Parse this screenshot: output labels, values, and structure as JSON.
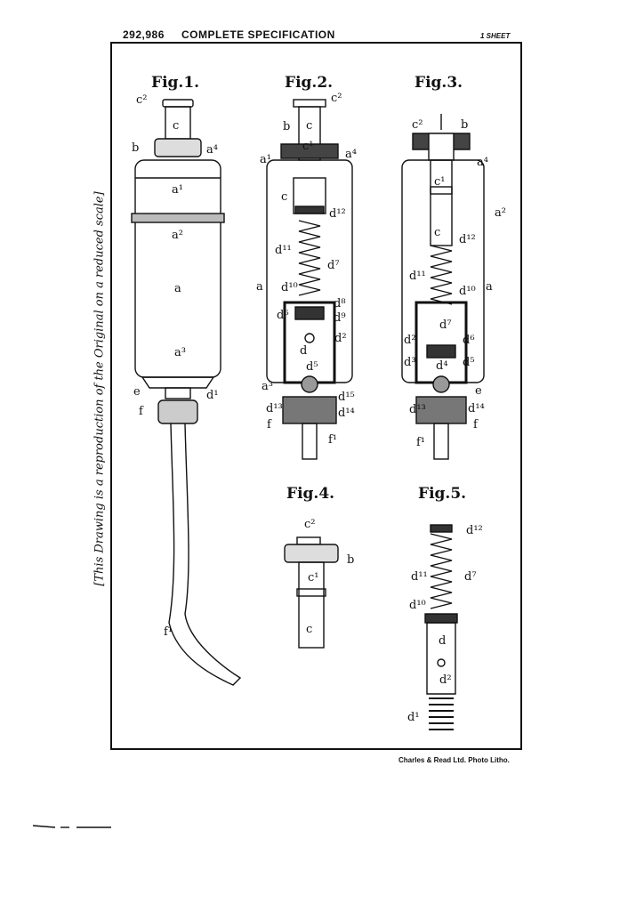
{
  "header": {
    "patent_number": "292,986",
    "title": "COMPLETE SPECIFICATION",
    "sheet": "1 SHEET"
  },
  "side_note": "[This Drawing is a reproduction of the Original on a reduced scale]",
  "footer": "Charles & Read Ltd. Photo Litho.",
  "figures": [
    {
      "title": "Fig.1.",
      "labels": [
        "c²",
        "c",
        "b",
        "a⁴",
        "a¹",
        "a²",
        "a",
        "a³",
        "e",
        "d¹",
        "f",
        "f¹"
      ]
    },
    {
      "title": "Fig.2.",
      "labels": [
        "c²",
        "b",
        "c",
        "c¹",
        "a¹",
        "a⁴",
        "c",
        "d¹²",
        "d¹¹",
        "d⁷",
        "a",
        "d¹⁰",
        "d⁸",
        "d⁶",
        "d⁹",
        "d²",
        "d",
        "d⁵",
        "a³",
        "d¹⁵",
        "d¹³",
        "d¹⁴",
        "f",
        "f¹"
      ]
    },
    {
      "title": "Fig.3.",
      "labels": [
        "c²",
        "b",
        "a⁴",
        "c¹",
        "a²",
        "c",
        "d¹²",
        "d¹¹",
        "d¹⁰",
        "a",
        "d⁷",
        "d²",
        "d⁶",
        "d³",
        "d⁴",
        "d⁵",
        "e",
        "d¹³",
        "d¹⁴",
        "f",
        "f¹"
      ]
    },
    {
      "title": "Fig.4.",
      "labels": [
        "c²",
        "b",
        "c¹",
        "c"
      ]
    },
    {
      "title": "Fig.5.",
      "labels": [
        "d¹²",
        "d¹¹",
        "d⁷",
        "d¹⁰",
        "d",
        "d²",
        "d¹"
      ]
    }
  ]
}
